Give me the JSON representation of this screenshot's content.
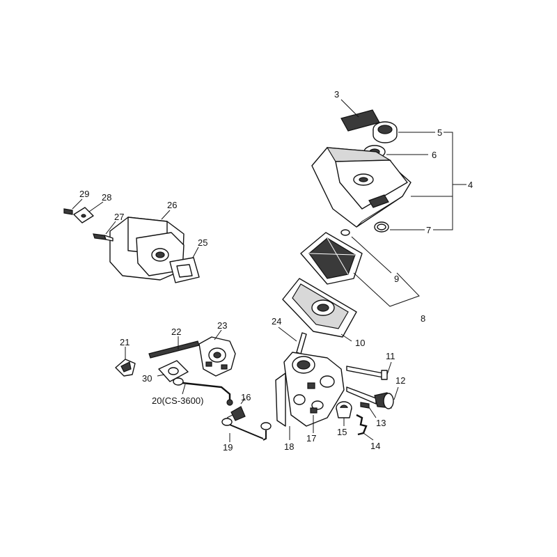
{
  "callouts": [
    {
      "id": "3",
      "text": "3"
    },
    {
      "id": "4",
      "text": "4"
    },
    {
      "id": "5",
      "text": "5"
    },
    {
      "id": "6",
      "text": "6"
    },
    {
      "id": "7",
      "text": "7"
    },
    {
      "id": "8",
      "text": "8"
    },
    {
      "id": "9",
      "text": "9"
    },
    {
      "id": "10",
      "text": "10"
    },
    {
      "id": "11",
      "text": "11"
    },
    {
      "id": "12",
      "text": "12"
    },
    {
      "id": "13",
      "text": "13"
    },
    {
      "id": "14",
      "text": "14"
    },
    {
      "id": "15",
      "text": "15"
    },
    {
      "id": "16",
      "text": "16"
    },
    {
      "id": "17",
      "text": "17"
    },
    {
      "id": "18",
      "text": "18"
    },
    {
      "id": "19",
      "text": "19"
    },
    {
      "id": "20",
      "text": "20(CS-3600)"
    },
    {
      "id": "21",
      "text": "21"
    },
    {
      "id": "22",
      "text": "22"
    },
    {
      "id": "23",
      "text": "23"
    },
    {
      "id": "24",
      "text": "24"
    },
    {
      "id": "25",
      "text": "25"
    },
    {
      "id": "26",
      "text": "26"
    },
    {
      "id": "27",
      "text": "27"
    },
    {
      "id": "28",
      "text": "28"
    },
    {
      "id": "29",
      "text": "29"
    },
    {
      "id": "30",
      "text": "30"
    }
  ]
}
